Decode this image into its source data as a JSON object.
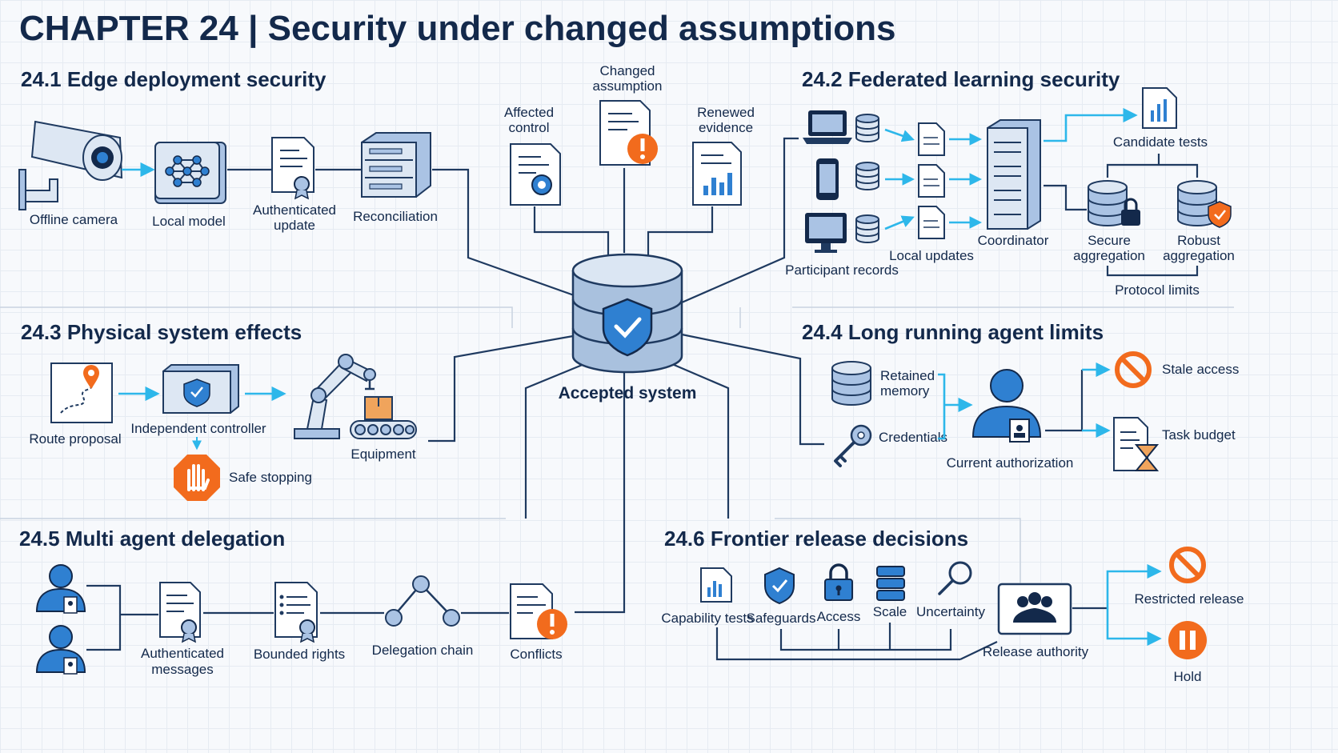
{
  "title": "CHAPTER 24 | Security under changed assumptions",
  "center": {
    "label": "Accepted system",
    "affected_control": [
      "Affected",
      "control"
    ],
    "changed_assumption": [
      "Changed",
      "assumption"
    ],
    "renewed_evidence": [
      "Renewed",
      "evidence"
    ]
  },
  "s1": {
    "heading": "24.1  Edge deployment security",
    "offline_camera": "Offline camera",
    "local_model": "Local model",
    "authenticated_update": [
      "Authenticated",
      "update"
    ],
    "reconciliation": "Reconciliation"
  },
  "s2": {
    "heading": "24.2  Federated learning security",
    "participant_records": "Participant records",
    "local_updates": "Local updates",
    "coordinator": "Coordinator",
    "candidate_tests": "Candidate tests",
    "secure_aggregation": [
      "Secure",
      "aggregation"
    ],
    "robust_aggregation": [
      "Robust",
      "aggregation"
    ],
    "protocol_limits": "Protocol limits"
  },
  "s3": {
    "heading": "24.3  Physical system effects",
    "route_proposal": "Route proposal",
    "independent_controller": "Independent controller",
    "safe_stopping": "Safe stopping",
    "equipment": "Equipment"
  },
  "s4": {
    "heading": "24.4  Long running agent limits",
    "retained_memory": [
      "Retained",
      "memory"
    ],
    "credentials": "Credentials",
    "current_authorization": "Current authorization",
    "stale_access": "Stale access",
    "task_budget": "Task budget"
  },
  "s5": {
    "heading": "24.5  Multi agent delegation",
    "authenticated_messages": [
      "Authenticated",
      "messages"
    ],
    "bounded_rights": "Bounded rights",
    "delegation_chain": "Delegation chain",
    "conflicts": "Conflicts"
  },
  "s6": {
    "heading": "24.6  Frontier release decisions",
    "capability_tests": "Capability tests",
    "safeguards": "Safeguards",
    "access": "Access",
    "scale": "Scale",
    "uncertainty": "Uncertainty",
    "release_authority": "Release authority",
    "restricted_release": "Restricted release",
    "hold": "Hold"
  },
  "colors": {
    "navy": "#13294b",
    "cyan": "#2db7ea",
    "orange": "#f26b1d",
    "blue": "#2f80d1"
  }
}
